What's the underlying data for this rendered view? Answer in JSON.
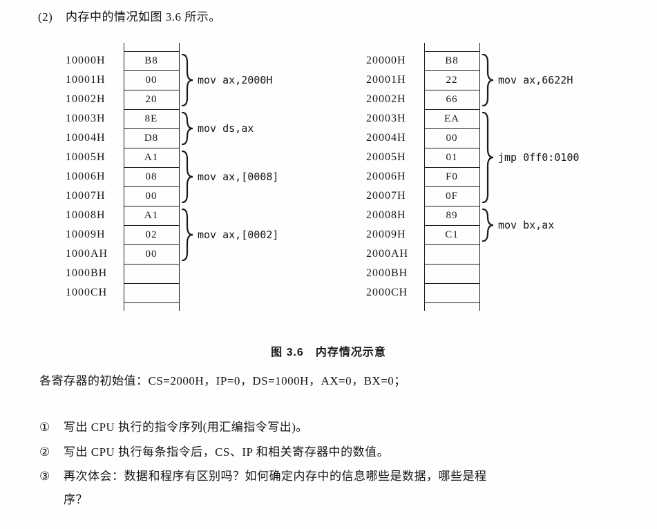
{
  "intro": {
    "number": "(2)",
    "text": "内存中的情况如图 3.6 所示。"
  },
  "figure": {
    "caption": "图 3.6　内存情况示意",
    "tables": [
      {
        "name": "left-memory-bank",
        "rows": [
          {
            "addr": "10000H",
            "val": "B8"
          },
          {
            "addr": "10001H",
            "val": "00"
          },
          {
            "addr": "10002H",
            "val": "20"
          },
          {
            "addr": "10003H",
            "val": "8E"
          },
          {
            "addr": "10004H",
            "val": "D8"
          },
          {
            "addr": "10005H",
            "val": "A1"
          },
          {
            "addr": "10006H",
            "val": "08"
          },
          {
            "addr": "10007H",
            "val": "00"
          },
          {
            "addr": "10008H",
            "val": "A1"
          },
          {
            "addr": "10009H",
            "val": "02"
          },
          {
            "addr": "1000AH",
            "val": "00"
          },
          {
            "addr": "1000BH",
            "val": ""
          },
          {
            "addr": "1000CH",
            "val": ""
          }
        ],
        "groups": [
          {
            "start": 0,
            "span": 3,
            "instruction": "mov ax,2000H"
          },
          {
            "start": 3,
            "span": 2,
            "instruction": "mov ds,ax"
          },
          {
            "start": 5,
            "span": 3,
            "instruction": "mov ax,[0008]"
          },
          {
            "start": 8,
            "span": 3,
            "instruction": "mov ax,[0002]"
          }
        ]
      },
      {
        "name": "right-memory-bank",
        "rows": [
          {
            "addr": "20000H",
            "val": "B8"
          },
          {
            "addr": "20001H",
            "val": "22"
          },
          {
            "addr": "20002H",
            "val": "66"
          },
          {
            "addr": "20003H",
            "val": "EA"
          },
          {
            "addr": "20004H",
            "val": "00"
          },
          {
            "addr": "20005H",
            "val": "01"
          },
          {
            "addr": "20006H",
            "val": "F0"
          },
          {
            "addr": "20007H",
            "val": "0F"
          },
          {
            "addr": "20008H",
            "val": "89"
          },
          {
            "addr": "20009H",
            "val": "C1"
          },
          {
            "addr": "2000AH",
            "val": ""
          },
          {
            "addr": "2000BH",
            "val": ""
          },
          {
            "addr": "2000CH",
            "val": ""
          }
        ],
        "groups": [
          {
            "start": 0,
            "span": 3,
            "instruction": "mov ax,6622H"
          },
          {
            "start": 3,
            "span": 5,
            "instruction": "jmp 0ff0:0100"
          },
          {
            "start": 8,
            "span": 2,
            "instruction": "mov bx,ax"
          }
        ]
      }
    ]
  },
  "registers_line": "各寄存器的初始值：CS=2000H，IP=0，DS=1000H，AX=0，BX=0；",
  "questions": [
    {
      "marker": "①",
      "text": "写出 CPU 执行的指令序列(用汇编指令写出)。"
    },
    {
      "marker": "②",
      "text": "写出 CPU 执行每条指令后，CS、IP 和相关寄存器中的数值。"
    },
    {
      "marker": "③",
      "text": "再次体会：数据和程序有区别吗？如何确定内存中的信息哪些是数据，哪些是程"
    },
    {
      "marker": "",
      "text": "序？"
    }
  ]
}
